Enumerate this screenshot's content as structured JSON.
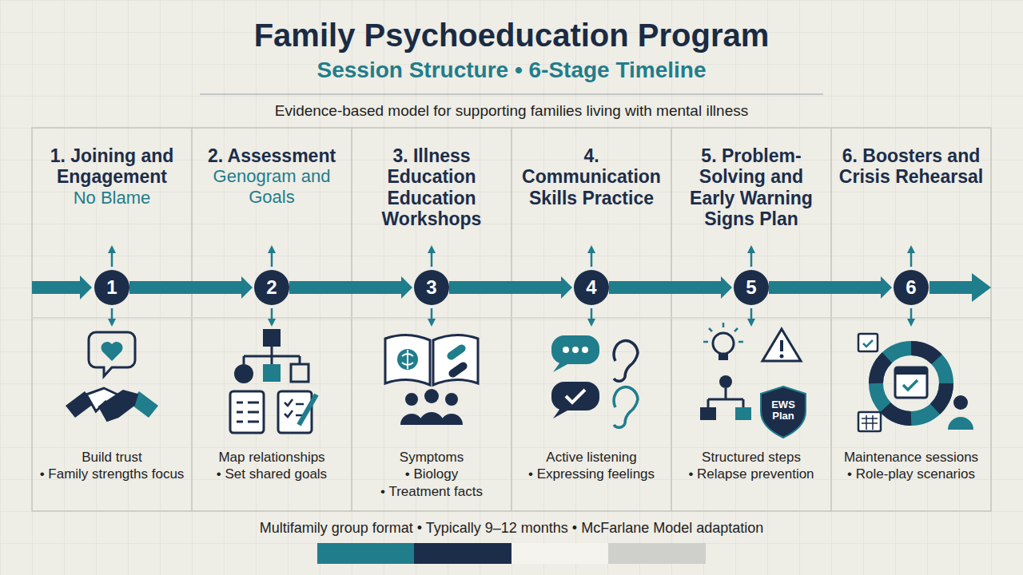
{
  "diagram": {
    "title": "Family Psychoeducation Program",
    "caption": "Multifamily group format • Typically 9–12 months • McFarlane Model adaptation",
    "nodes": [
      {
        "text": [
          "1. Joining and Engagement",
          "No Blame",
          "Build trust",
          "• Family strengths focus"
        ]
      },
      {
        "text": [
          "1"
        ],
        "in": 0
      },
      {
        "text": [
          "2. Assessment",
          "Genogram and Goals",
          "Map relationships",
          "• Set shared goals"
        ]
      },
      {
        "text": [
          "2"
        ],
        "in": 2
      },
      {
        "text": [
          "3. Illness Education Education Workshops",
          "Symptoms",
          "• Biology",
          "• Treatment facts"
        ]
      },
      {
        "text": [
          "3"
        ],
        "in": 4
      },
      {
        "text": [
          "4. Communication Skills Practice",
          "Active listening",
          "• Expressing feelings"
        ]
      },
      {
        "text": [
          "4"
        ],
        "in": 6
      },
      {
        "text": [
          "5. Problem-Solving and Early Warning Signs Plan",
          "Structured steps",
          "• Relapse prevention"
        ]
      },
      {
        "text": [
          "5"
        ],
        "in": 8
      },
      {
        "text": [
          "6. Boosters and Crisis Rehearsal",
          "Maintenance sessions",
          "• Role-play scenarios"
        ]
      },
      {
        "text": [
          "6"
        ],
        "in": 10
      }
    ],
    "edges": [
      {
        "from": 1,
        "to": 3,
        "arrow": "to"
      },
      {
        "from": 3,
        "to": 5,
        "arrow": "to"
      },
      {
        "from": 5,
        "to": 7,
        "arrow": "to"
      },
      {
        "from": 7,
        "to": 9,
        "arrow": "to"
      },
      {
        "from": 9,
        "to": 11,
        "arrow": "to"
      }
    ],
    "labels": [
      "Session Structure • 6-Stage Timeline",
      "Evidence-based model for supporting families living with mental illness",
      "EWS Plan"
    ]
  }
}
